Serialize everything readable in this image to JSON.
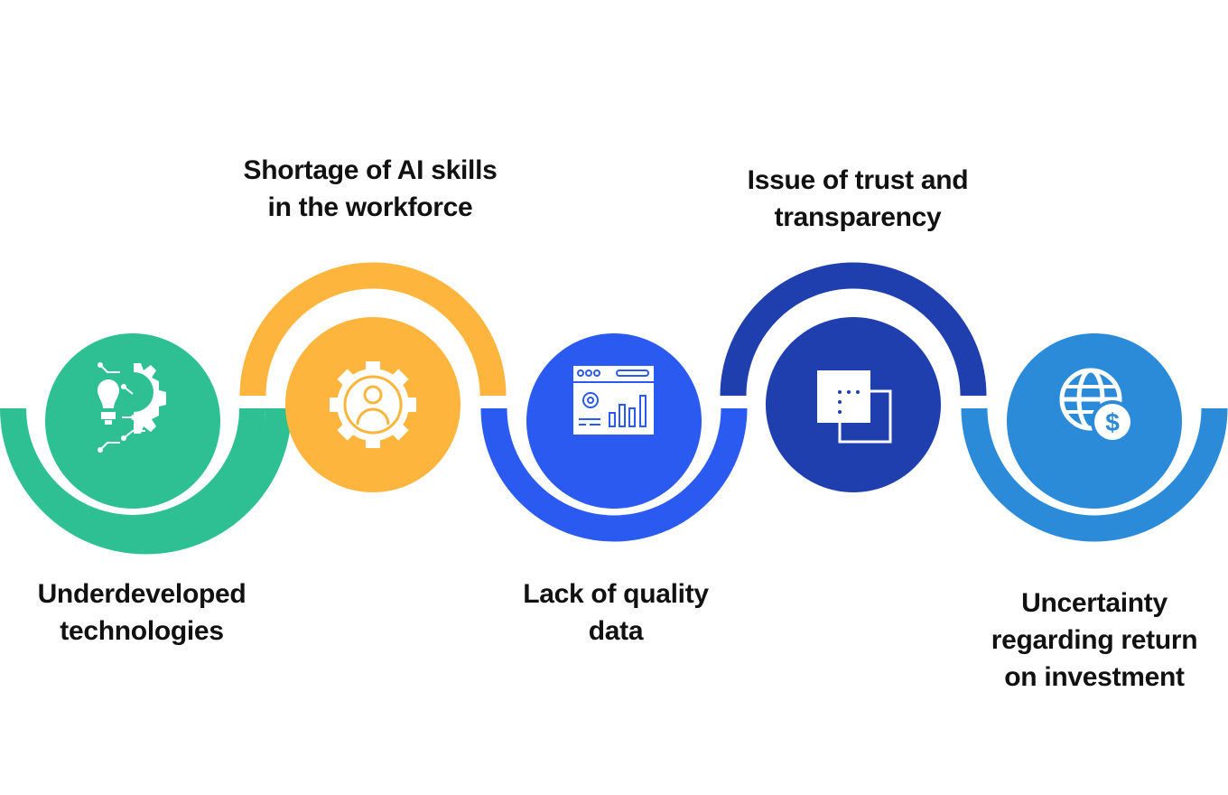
{
  "colors": {
    "green": "#2EC093",
    "yellow": "#FDB53D",
    "blue": "#2A5AF0",
    "navy": "#1F3FAE",
    "sky": "#2B8BD8"
  },
  "steps": [
    {
      "lines": [
        "Underdeveloped",
        "technologies"
      ],
      "icon": "lightbulb-gear-icon"
    },
    {
      "lines": [
        "Shortage of AI skills",
        "in the workforce"
      ],
      "icon": "gear-person-icon"
    },
    {
      "lines": [
        "Lack of quality",
        "data"
      ],
      "icon": "dashboard-chart-icon"
    },
    {
      "lines": [
        "Issue of trust and",
        "transparency"
      ],
      "icon": "overlapping-squares-icon"
    },
    {
      "lines": [
        "Uncertainty",
        "regarding return",
        "on investment"
      ],
      "icon": "globe-dollar-icon"
    }
  ]
}
